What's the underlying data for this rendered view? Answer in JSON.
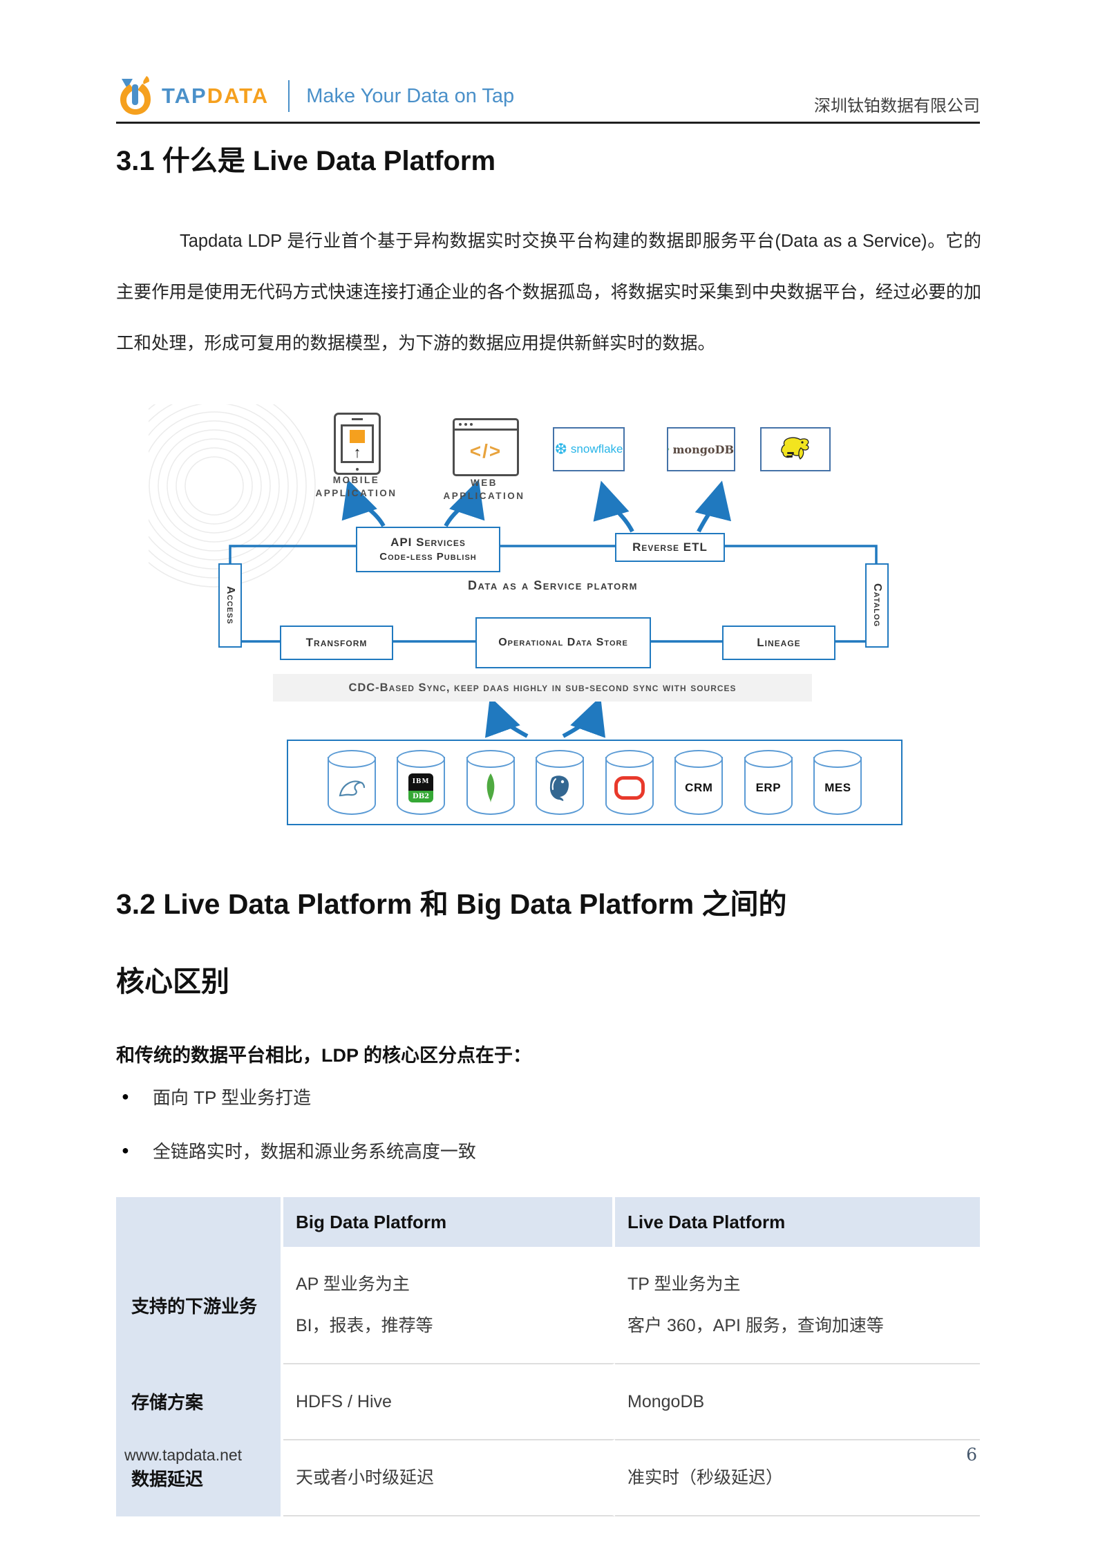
{
  "header": {
    "brand_tap": "TAP",
    "brand_data": "DATA",
    "tagline": "Make Your Data on Tap",
    "company": "深圳钛铂数据有限公司"
  },
  "section1": {
    "title": "3.1 什么是 Live Data Platform",
    "paragraph": "Tapdata LDP 是行业首个基于异构数据实时交换平台构建的数据即服务平台(Data as a Service)。它的主要作用是使用无代码方式快速连接打通企业的各个数据孤岛，将数据实时采集到中央数据平台，经过必要的加工和处理，形成可复用的数据模型，为下游的数据应用提供新鲜实时的数据。"
  },
  "diagram": {
    "mobile_label": "MOBILE APPLICATION",
    "web_label": "WEB APPLICATION",
    "web_code": "</>",
    "snowflake_text": "snowflake",
    "snowflake_mark": "❆",
    "mongodb_text": "mongoDB",
    "api_line1": "API Services",
    "api_line2": "Code-less Publish",
    "reverse_etl": "Reverse ETL",
    "access": "Access",
    "catalog": "Catalog",
    "platform_title": "Data as a Service platorm",
    "transform": "Transform",
    "ods": "Operational Data Store",
    "lineage": "Lineage",
    "cdc_banner": "CDC-Based Sync, keep daas highly in sub-second sync with sources",
    "db2_line1": "IBM",
    "db2_line2": "DB2",
    "source_crm": "CRM",
    "source_erp": "ERP",
    "source_mes": "MES",
    "sources": [
      "MySQL",
      "IBM DB2",
      "MongoDB",
      "PostgreSQL",
      "Oracle",
      "CRM",
      "ERP",
      "MES"
    ]
  },
  "section2": {
    "title_line1": "3.2 Live Data Platform  和  Big Data Platform  之间的",
    "title_line2": "核心区别",
    "intro": "和传统的数据平台相比，LDP 的核心区分点在于：",
    "bullets": [
      "面向 TP 型业务打造",
      "全链路实时，数据和源业务系统高度一致"
    ]
  },
  "table": {
    "headers": [
      "",
      "Big Data Platform",
      "Live Data Platform"
    ],
    "rows": [
      {
        "label": "支持的下游业务",
        "big_line1": "AP 型业务为主",
        "big_line2": "BI，报表，推荐等",
        "live_line1": "TP 型业务为主",
        "live_line2": "客户 360，API 服务，查询加速等"
      },
      {
        "label": "存储方案",
        "big": "HDFS / Hive",
        "live": "MongoDB"
      },
      {
        "label": "数据延迟",
        "big": "天或者小时级延迟",
        "live": "准实时（秒级延迟）"
      }
    ]
  },
  "footer": {
    "url": "www.tapdata.net",
    "page": "6"
  },
  "colors": {
    "brand_orange": "#F5A01E",
    "brand_blue": "#4A90C9",
    "diagram_blue": "#2079BF",
    "snowflake_blue": "#29B5E8",
    "table_header_bg": "#DBE4F1"
  }
}
